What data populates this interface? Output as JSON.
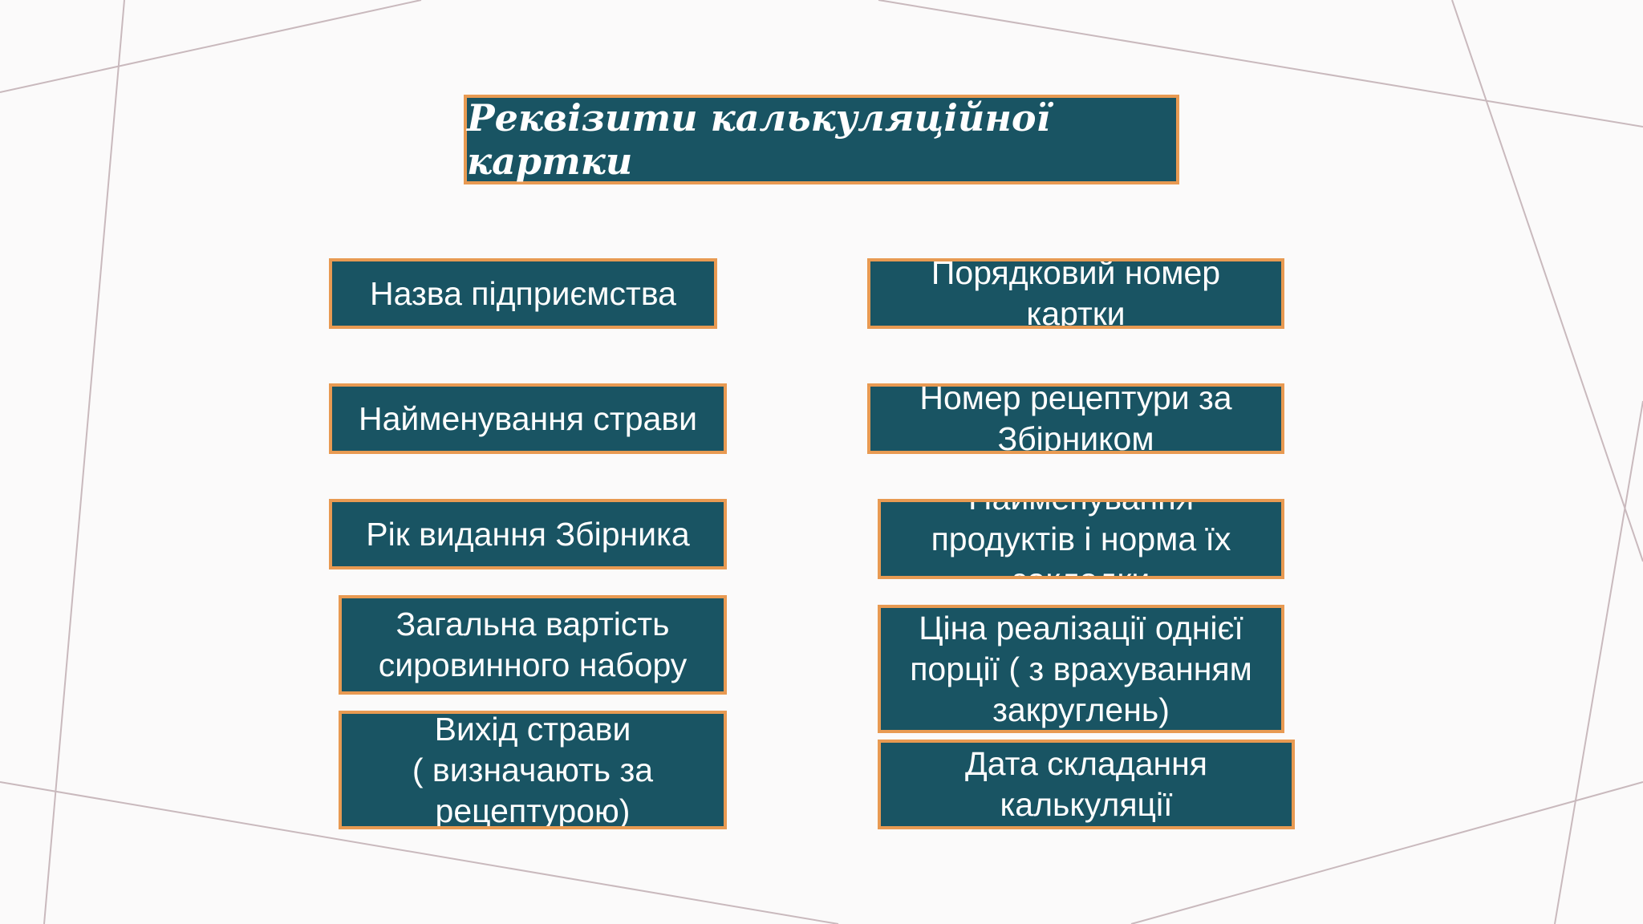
{
  "title": "Реквізити калькуляційної картки",
  "left_column": [
    "Назва підприємства",
    "Найменування страви",
    "Рік видання Збірника",
    "Загальна вартість\nсировинного набору",
    "Вихід страви\n( визначають за\nрецептурою)"
  ],
  "right_column": [
    "Порядковий номер\nкартки",
    "Номер рецептури за\nЗбірником",
    "Найменування\nпродуктів і норма їх\nзакладки",
    "Ціна реалізації однієї\nпорції ( з врахуванням\nзакруглень)",
    "Дата складання\nкалькуляції"
  ],
  "colors": {
    "box_fill": "#195463",
    "box_border": "#e89a52",
    "background": "#fbfafa",
    "line": "#c9b9bd"
  }
}
